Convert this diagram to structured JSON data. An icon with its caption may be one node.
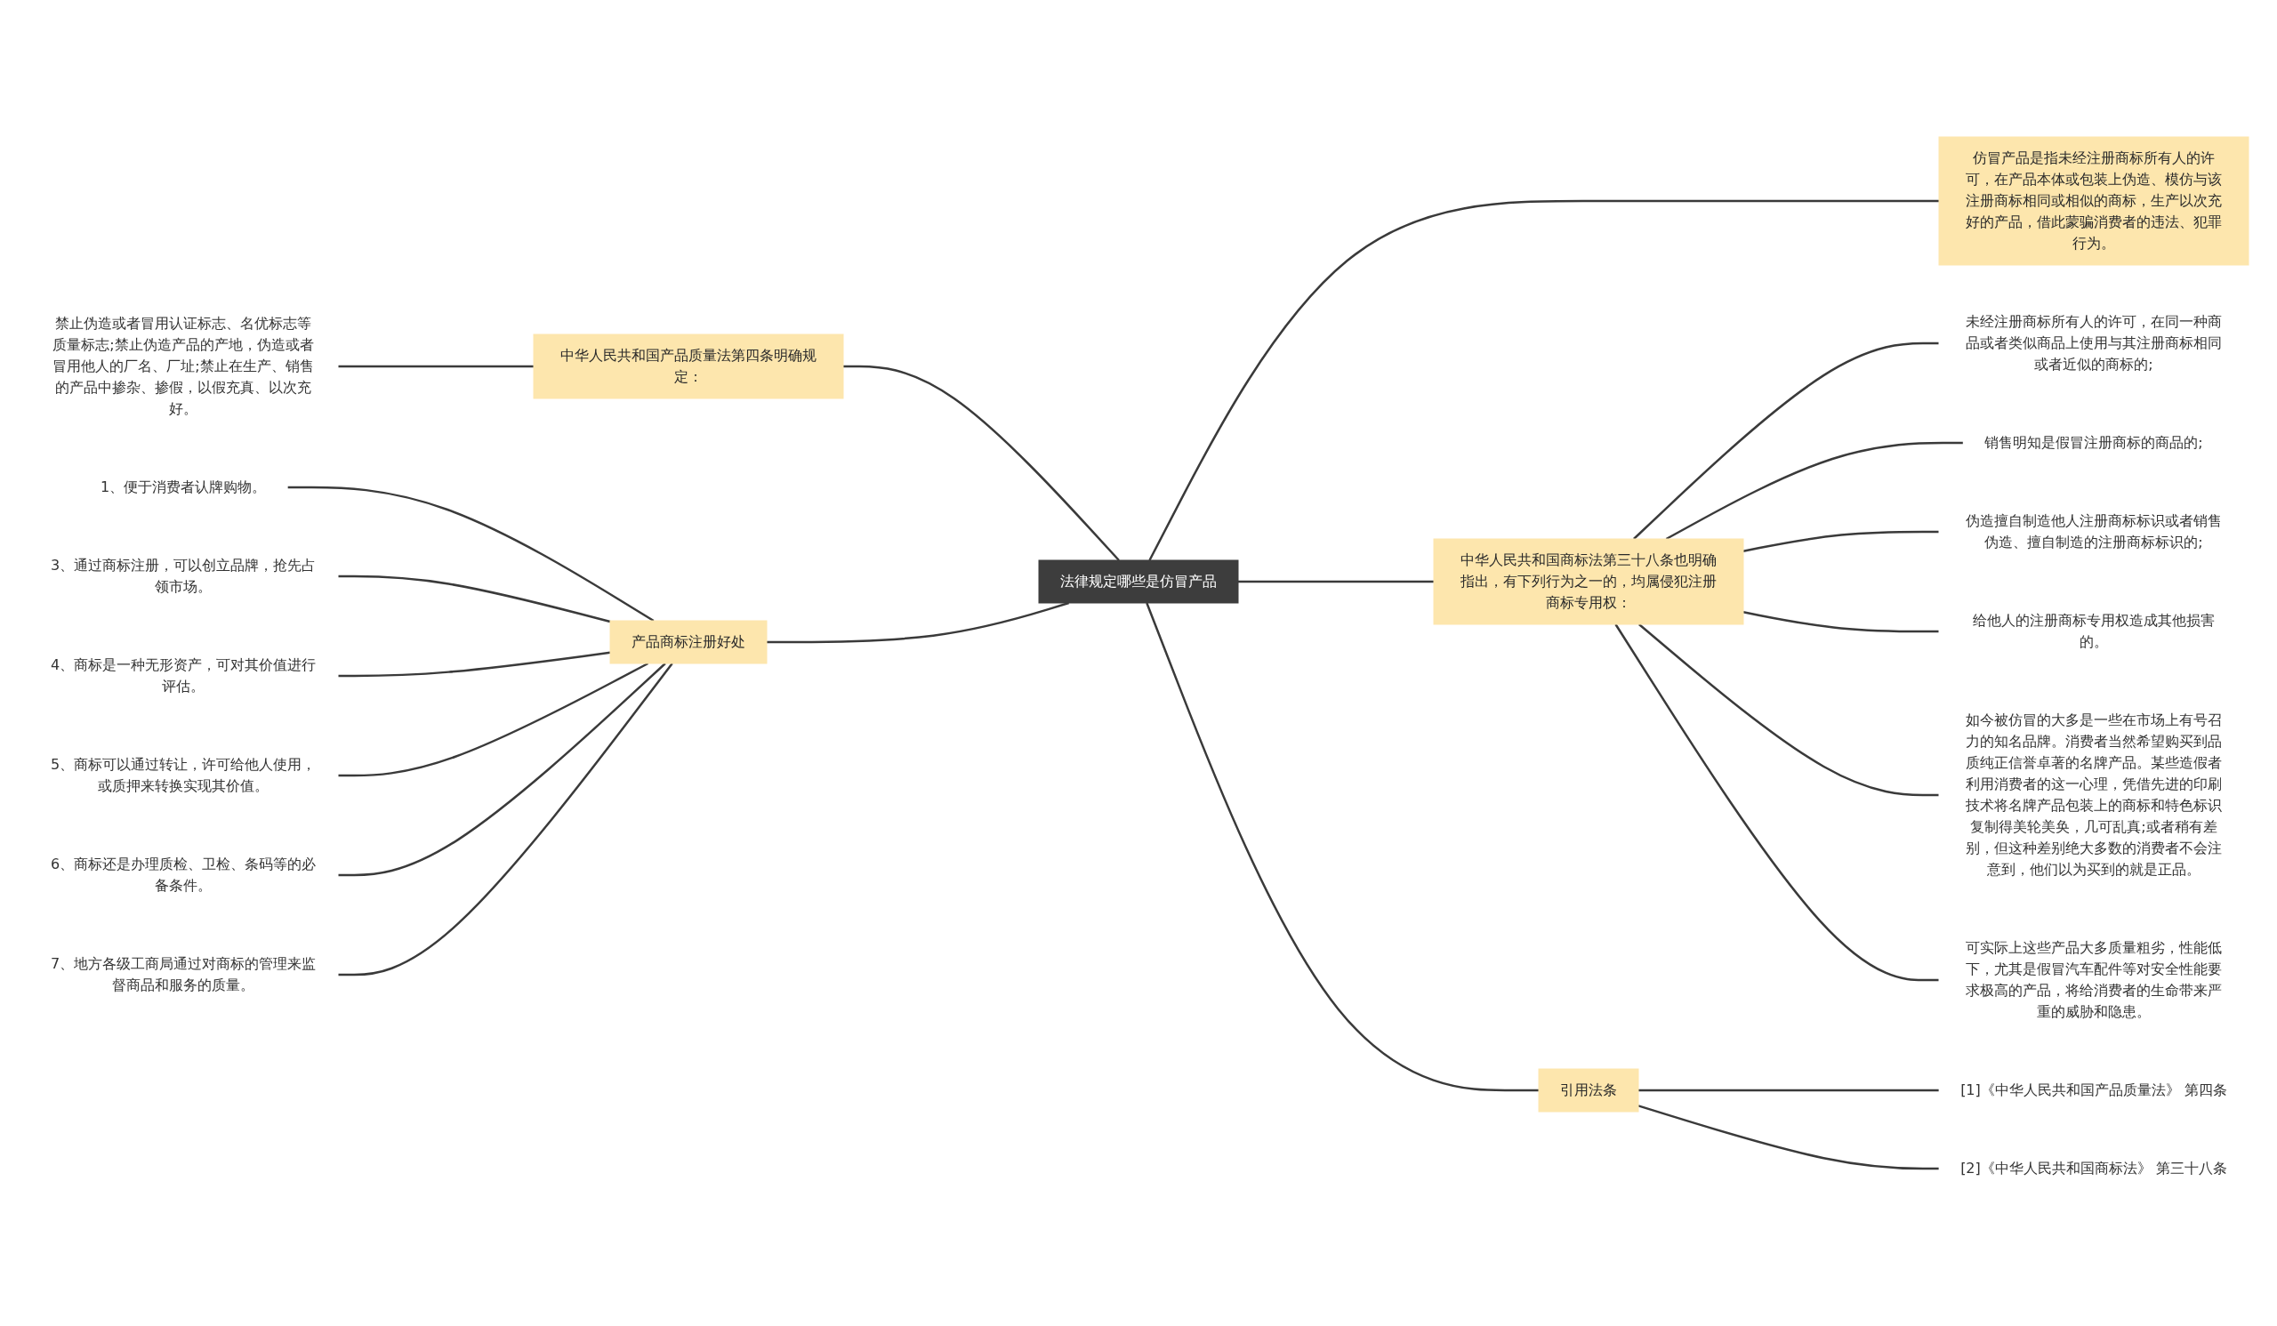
{
  "diagram": {
    "nodes": [
      {
        "text": [
          "法律规定哪些是仿冒产品"
        ]
      },
      {
        "text": [
          "仿冒产品是指未经注册商标所有人的许可，在产品本体或包装上伪造、模仿与该注册商标相同或相似的商标，生产以次充好的产品，借此蒙骗消费者的违法、犯罪行为。"
        ]
      },
      {
        "text": [
          "中华人民共和国商标法第三十八条也明确指出，有下列行为之一的，均属侵犯注册商标专用权："
        ]
      },
      {
        "text": [
          "未经注册商标所有人的许可，在同一种商品或者类似商品上使用与其注册商标相同或者近似的商标的;"
        ]
      },
      {
        "text": [
          "销售明知是假冒注册商标的商品的;"
        ]
      },
      {
        "text": [
          "伪造擅自制造他人注册商标标识或者销售伪造、擅自制造的注册商标标识的;"
        ]
      },
      {
        "text": [
          "给他人的注册商标专用权造成其他损害的。"
        ]
      },
      {
        "text": [
          "如今被仿冒的大多是一些在市场上有号召力的知名品牌。消费者当然希望购买到品质纯正信誉卓著的名牌产品。某些造假者利用消费者的这一心理，凭借先进的印刷技术将名牌产品包装上的商标和特色标识复制得美轮美奂，几可乱真;或者稍有差别，但这种差别绝大多数的消费者不会注意到，他们以为买到的就是正品。"
        ]
      },
      {
        "text": [
          "可实际上这些产品大多质量粗劣，性能低下，尤其是假冒汽车配件等对安全性能要求极高的产品，将给消费者的生命带来严重的威胁和隐患。"
        ]
      },
      {
        "text": [
          "引用法条"
        ]
      },
      {
        "text": [
          "[1]《中华人民共和国产品质量法》 第四条"
        ]
      },
      {
        "text": [
          "[2]《中华人民共和国商标法》 第三十八条"
        ]
      },
      {
        "text": [
          "中华人民共和国产品质量法第四条明确规定："
        ]
      },
      {
        "text": [
          "禁止伪造或者冒用认证标志、名优标志等质量标志;禁止伪造产品的产地，伪造或者冒用他人的厂名、厂址;禁止在生产、销售的产品中掺杂、掺假，以假充真、以次充好。"
        ]
      },
      {
        "text": [
          "产品商标注册好处"
        ]
      },
      {
        "text": [
          "1、便于消费者认牌购物。"
        ]
      },
      {
        "text": [
          "3、通过商标注册，可以创立品牌，抢先占领市场。"
        ]
      },
      {
        "text": [
          "4、商标是一种无形资产，可对其价值进行评估。"
        ]
      },
      {
        "text": [
          "5、商标可以通过转让，许可给他人使用，或质押来转换实现其价值。"
        ]
      },
      {
        "text": [
          "6、商标还是办理质检、卫检、条码等的必备条件。"
        ]
      },
      {
        "text": [
          "7、地方各级工商局通过对商标的管理来监督商品和服务的质量。"
        ]
      }
    ],
    "edges": [
      {
        "from": 0,
        "to": 1,
        "arrow": "none"
      },
      {
        "from": 0,
        "to": 2,
        "arrow": "none"
      },
      {
        "from": 2,
        "to": 3,
        "arrow": "none"
      },
      {
        "from": 2,
        "to": 4,
        "arrow": "none"
      },
      {
        "from": 2,
        "to": 5,
        "arrow": "none"
      },
      {
        "from": 2,
        "to": 6,
        "arrow": "none"
      },
      {
        "from": 2,
        "to": 7,
        "arrow": "none"
      },
      {
        "from": 2,
        "to": 8,
        "arrow": "none"
      },
      {
        "from": 0,
        "to": 9,
        "arrow": "none"
      },
      {
        "from": 9,
        "to": 10,
        "arrow": "none"
      },
      {
        "from": 9,
        "to": 11,
        "arrow": "none"
      },
      {
        "from": 0,
        "to": 12,
        "arrow": "none"
      },
      {
        "from": 12,
        "to": 13,
        "arrow": "none"
      },
      {
        "from": 0,
        "to": 14,
        "arrow": "none"
      },
      {
        "from": 14,
        "to": 15,
        "arrow": "none"
      },
      {
        "from": 14,
        "to": 16,
        "arrow": "none"
      },
      {
        "from": 14,
        "to": 17,
        "arrow": "none"
      },
      {
        "from": 14,
        "to": 18,
        "arrow": "none"
      },
      {
        "from": 14,
        "to": 19,
        "arrow": "none"
      },
      {
        "from": 14,
        "to": 20,
        "arrow": "none"
      }
    ]
  }
}
